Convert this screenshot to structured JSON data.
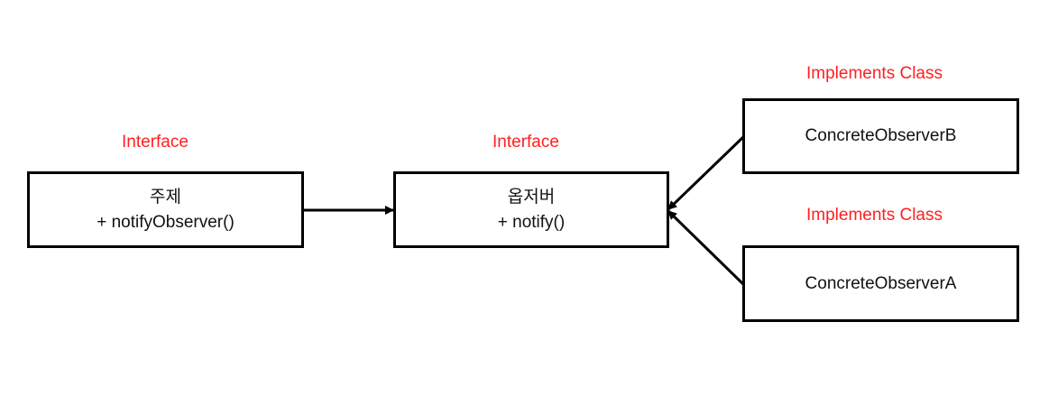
{
  "subject": {
    "stereotype": "Interface",
    "name": "주제",
    "method": "+  notifyObserver()"
  },
  "observer": {
    "stereotype": "Interface",
    "name": "옵저버",
    "method": "+  notify()"
  },
  "concrete_b": {
    "stereotype": "Implements Class",
    "name": "ConcreteObserverB"
  },
  "concrete_a": {
    "stereotype": "Implements Class",
    "name": "ConcreteObserverA"
  },
  "colors": {
    "stereotype": "#ff2020",
    "line": "#000000"
  }
}
